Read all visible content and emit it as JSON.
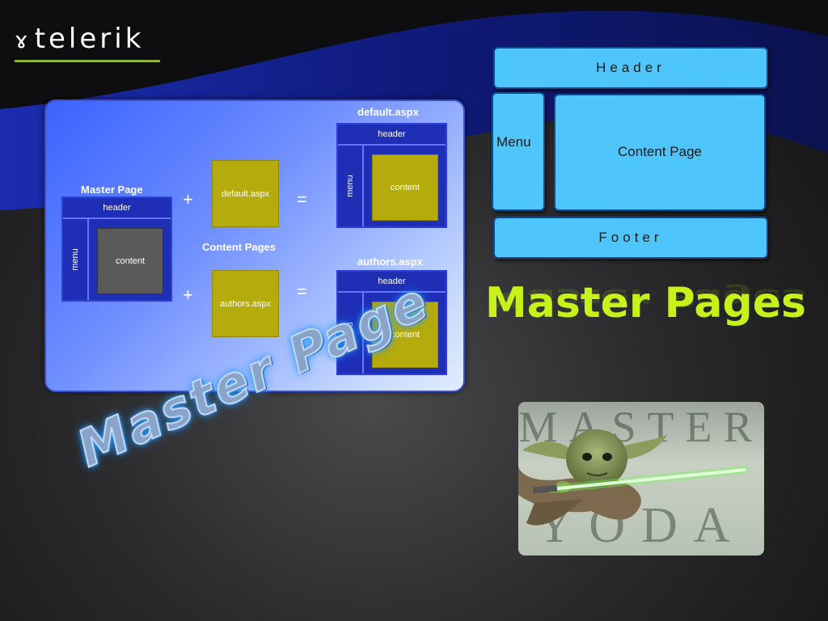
{
  "logo": {
    "mark": "ɤ",
    "word": "telerik"
  },
  "diagram": {
    "master_label": "Master Page",
    "default_label": "default.aspx",
    "authors_label": "authors.aspx",
    "content_pages_label": "Content Pages",
    "header": "header",
    "menu": "menu",
    "content": "content",
    "default_file": "default.aspx",
    "authors_file": "authors.aspx",
    "plus": "+",
    "equals": "="
  },
  "layout": {
    "header": "Header",
    "menu": "Menu",
    "content": "Content Page",
    "footer": "Footer"
  },
  "title": "Master Pages",
  "image": {
    "top_text": "MASTER",
    "bottom_text": "YODA"
  },
  "wordart": "Master Page"
}
